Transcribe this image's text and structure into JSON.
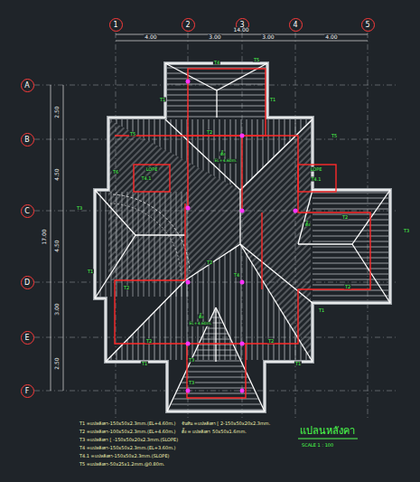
{
  "diagram": {
    "title": "แปลนหลังคา",
    "nodes": [
      {
        "text": [
          "1"
        ]
      },
      {
        "text": [
          "2"
        ]
      },
      {
        "text": [
          "3"
        ]
      },
      {
        "text": [
          "4"
        ]
      },
      {
        "text": [
          "5"
        ]
      },
      {
        "text": [
          "A"
        ]
      },
      {
        "text": [
          "B"
        ]
      },
      {
        "text": [
          "C"
        ]
      },
      {
        "text": [
          "D"
        ]
      },
      {
        "text": [
          "E"
        ]
      },
      {
        "text": [
          "F"
        ]
      }
    ],
    "edges": [],
    "labels": [
      "4.00",
      "3.00",
      "3.00",
      "4.00",
      "14.00",
      "2.50",
      "4.50",
      "4.50",
      "3.00",
      "2.50",
      "17.00",
      "T4",
      "T5",
      "T1",
      "T1",
      "T2",
      "T5",
      "T5",
      "T4.1",
      "LOPE",
      "LOPE",
      "T4.1",
      "T3",
      "T3",
      "T2",
      "T2",
      "T1",
      "T1",
      "T1",
      "T2",
      "T2",
      "T3",
      "T3",
      "T2",
      "T4",
      "T2",
      "ดั้ง",
      "ดั้ง",
      "ดั้ง",
      "EL+4.60m.",
      "EL+4.60m.",
      "T6",
      "T1",
      "T1 =แปหลังคา-150x50x2.3mm.(EL+4.60m.)",
      "T2 =แปหลังคา-100x50x2.3mm.(EL+4.60m.)",
      "T3 =แปหลังคา [ -150x50x20x2.3mm.(SLOPE)",
      "T4 =แปหลังคา-150x50x2.3mm.(EL+3.60m.)",
      "T4.1 =แปหลังคา-150x50x2.3mm.(SLOPE)",
      "T5 =แปหลังคา-50x25x1.2mm.@0.80m.",
      "จันทัน =แปหลังคา [ 2-150x50x20x2.3mm.",
      "ดั้ง = แปหลังคา 50x50x1.6mm.",
      "SCALE 1 : 100"
    ]
  }
}
